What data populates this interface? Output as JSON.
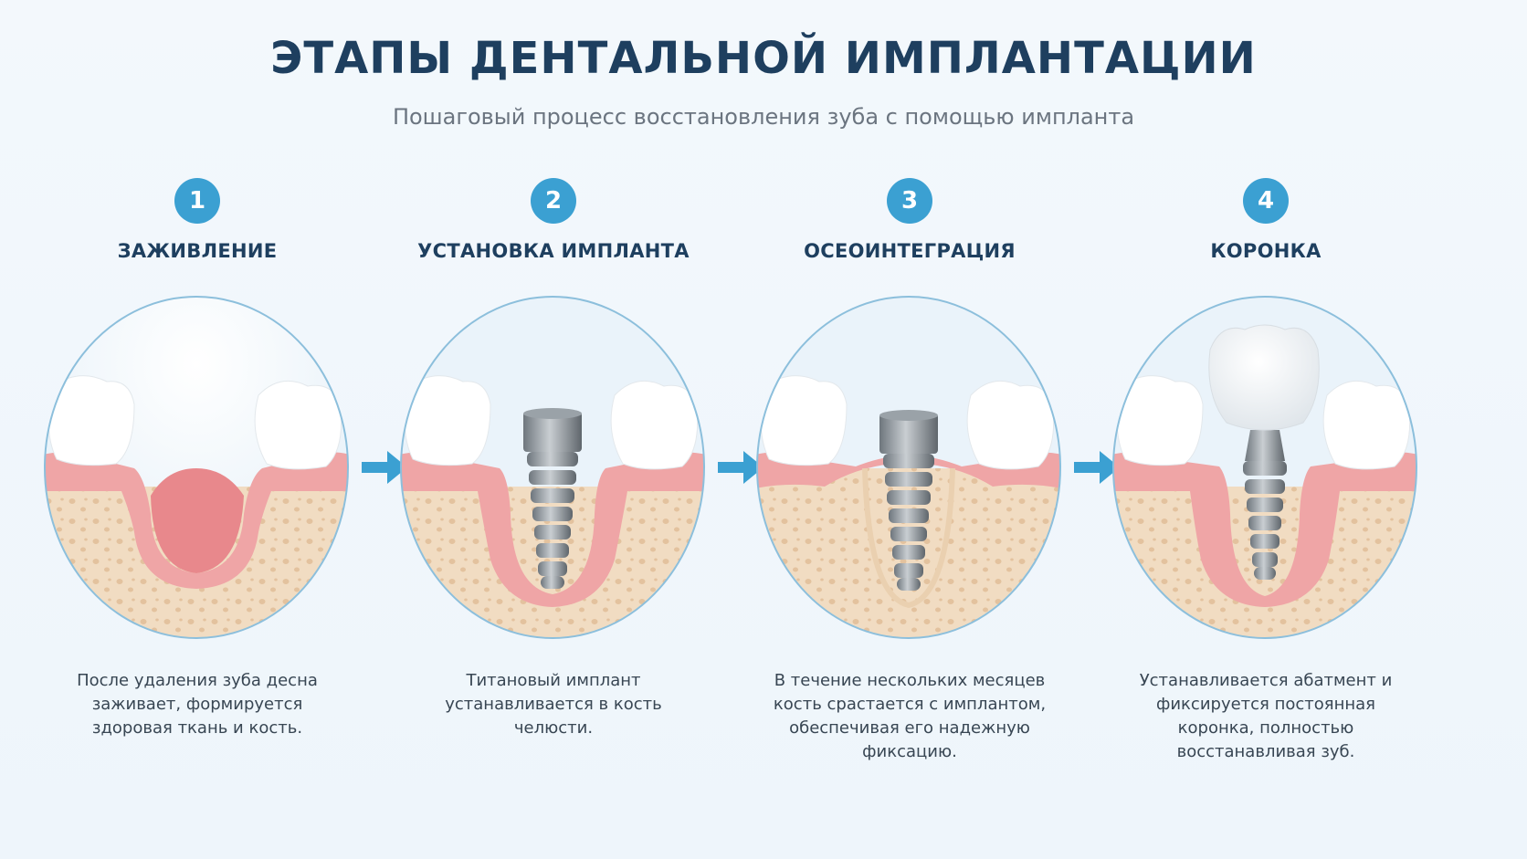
{
  "header": {
    "title": "ЭТАПЫ ДЕНТАЛЬНОЙ ИМПЛАНТАЦИИ",
    "subtitle": "Пошаговый процесс восстановления зуба с помощью импланта"
  },
  "colors": {
    "accent": "#3ba0d2",
    "title": "#1e3f5f",
    "gum": "#efa5a6",
    "bone": "#f1dcc2",
    "tooth": "#ffffff",
    "metal": "#8f979e"
  },
  "steps": [
    {
      "number": "1",
      "title": "ЗАЖИВЛЕНИЕ",
      "description": "После удаления зуба десна заживает, формируется здоровая ткань и кость."
    },
    {
      "number": "2",
      "title": "УСТАНОВКА ИМПЛАНТА",
      "description": "Титановый имплант устанавливается в кость челюсти."
    },
    {
      "number": "3",
      "title": "ОСЕОИНТЕГРАЦИЯ",
      "description": "В течение нескольких месяцев кость срастается с имплантом, обеспечивая его надежную фиксацию."
    },
    {
      "number": "4",
      "title": "КОРОНКА",
      "description": "Устанавливается абатмент и фиксируется постоянная коронка, полностью восстанавливая зуб."
    }
  ],
  "icons": {
    "arrow": "arrow-right-icon",
    "illustrations": [
      "healed-socket-icon",
      "implant-placement-icon",
      "osseointegration-icon",
      "crown-icon"
    ]
  }
}
